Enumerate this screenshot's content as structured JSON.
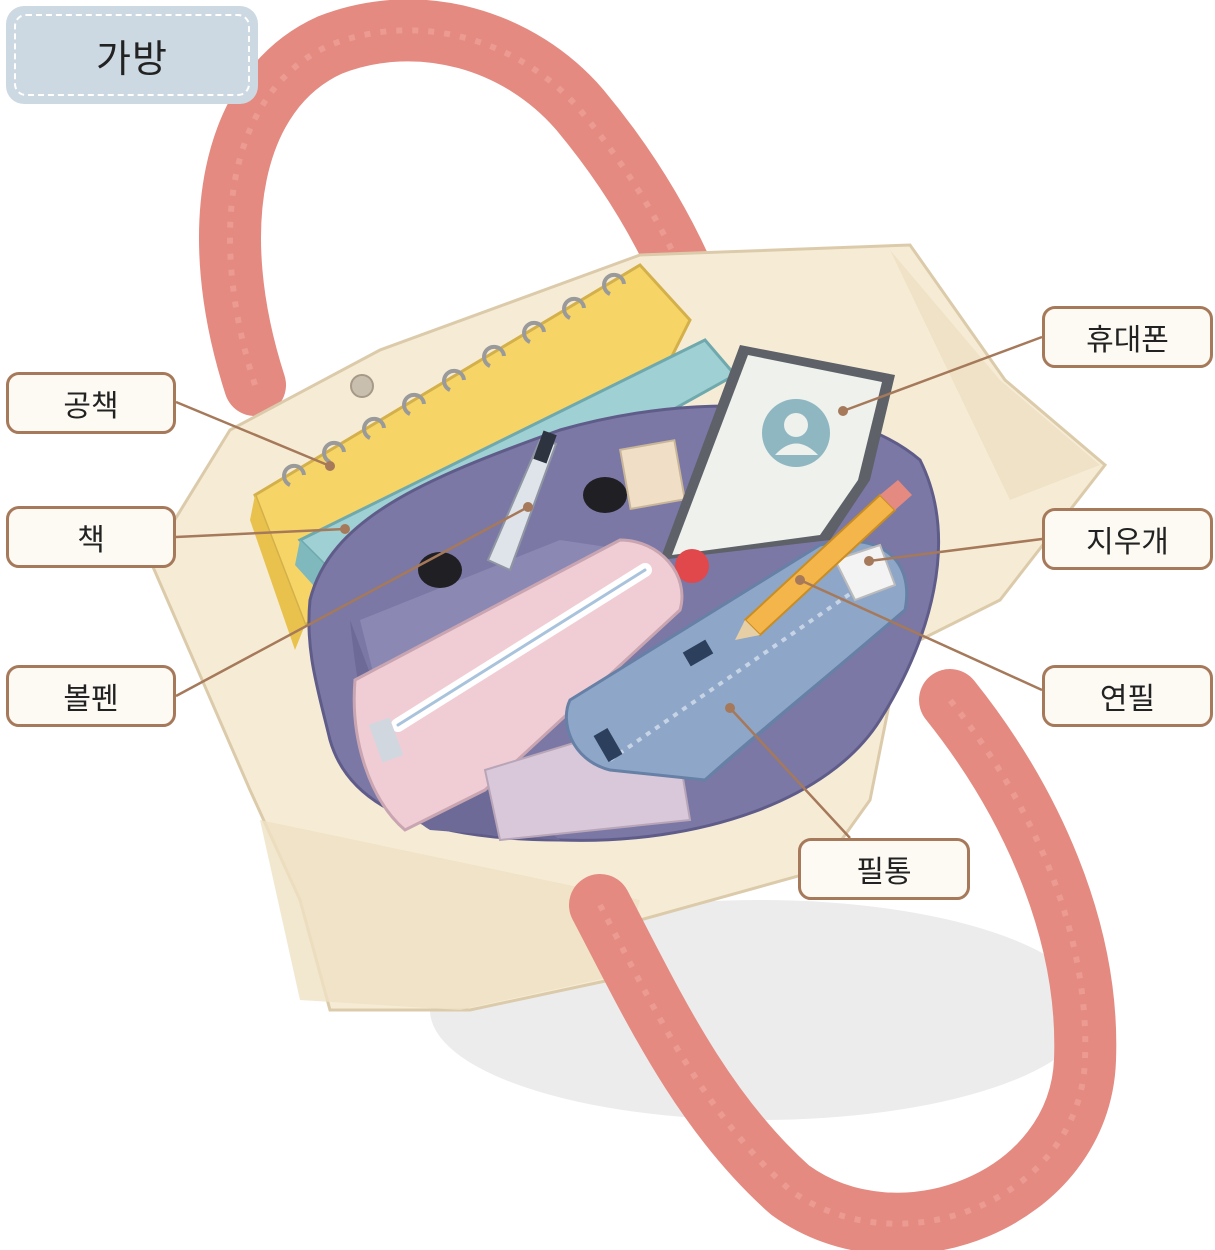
{
  "title": "가방",
  "labels": {
    "notebook": "공책",
    "book": "책",
    "ballpen": "볼펜",
    "phone": "휴대폰",
    "eraser": "지우개",
    "pencil": "연필",
    "pencil_case": "필통"
  },
  "colors": {
    "title_bg": "#cdd9e2",
    "label_border": "#a5795a",
    "bag_canvas": "#f6ecd6",
    "handle": "#e48a80",
    "organizer": "#7b78a6",
    "notebook": "#f6d566",
    "book": "#9fd0d3",
    "pencil_case_blue": "#8ea6c8",
    "pencil_case_pink": "#f0cdd4",
    "phone_screen": "#eef1ec",
    "pencil": "#f4b64a"
  }
}
